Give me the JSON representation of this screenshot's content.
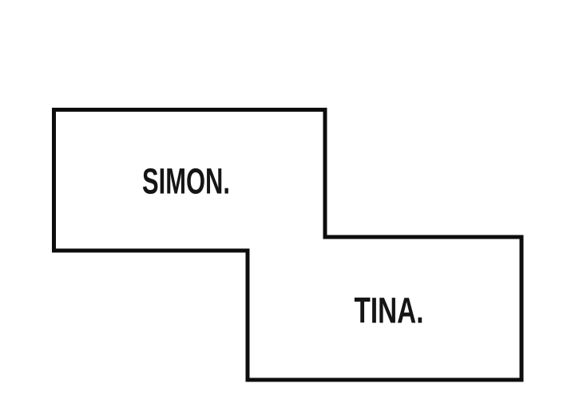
{
  "scene": {
    "background_color": "#ffffff",
    "border_color": "#0d0d0d",
    "text_color": "#151515"
  },
  "panels": [
    {
      "id": "simon-panel",
      "label": "SIMON."
    },
    {
      "id": "tina-panel",
      "label": "TINA."
    }
  ]
}
